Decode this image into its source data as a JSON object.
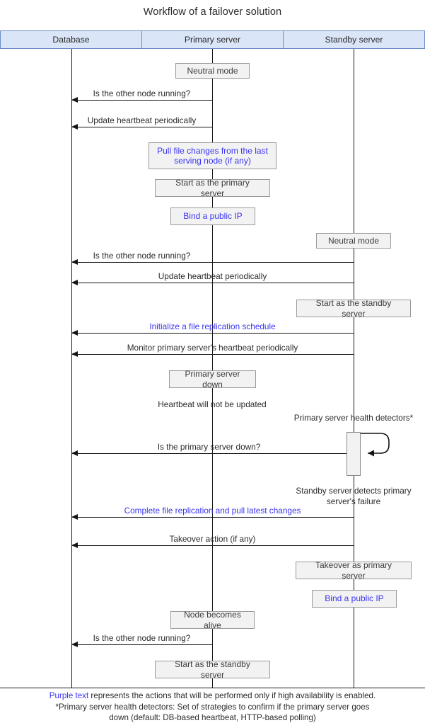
{
  "title": "Workflow of a failover solution",
  "colors": {
    "header_fill": "#dae5f7",
    "header_border": "#6b8ec6",
    "box_fill": "#f2f2f2",
    "box_border": "#9a9a9a",
    "line": "#141414",
    "high_availability_text": "#3a34f2"
  },
  "participants": [
    {
      "name": "Database"
    },
    {
      "name": "Primary server"
    },
    {
      "name": "Standby server"
    }
  ],
  "action_boxes": [
    {
      "label": "Neutral mode",
      "lane": "primary",
      "ha": false
    },
    {
      "label": "Pull file changes from the last\nserving node (if any)",
      "lane": "primary",
      "ha": true
    },
    {
      "label": "Start as the primary server",
      "lane": "primary",
      "ha": false
    },
    {
      "label": "Bind a public IP",
      "lane": "primary",
      "ha": true
    },
    {
      "label": "Neutral mode",
      "lane": "standby",
      "ha": false
    },
    {
      "label": "Start as the standby server",
      "lane": "standby",
      "ha": false
    },
    {
      "label": "Primary server down",
      "lane": "primary",
      "ha": false
    },
    {
      "label": "Takeover as primary server",
      "lane": "standby",
      "ha": false
    },
    {
      "label": "Bind a public IP",
      "lane": "standby",
      "ha": true
    },
    {
      "label": "Node becomes alive",
      "lane": "primary",
      "ha": false
    },
    {
      "label": "Start as the standby server",
      "lane": "primary",
      "ha": false
    }
  ],
  "messages": [
    {
      "label": "Is the other node running?",
      "from": "primary",
      "to": "database",
      "ha": false
    },
    {
      "label": "Update heartbeat periodically",
      "from": "primary",
      "to": "database",
      "ha": false
    },
    {
      "label": "Is the other node running?",
      "from": "standby",
      "to": "database",
      "ha": false
    },
    {
      "label": "Update heartbeat periodically",
      "from": "standby",
      "to": "database",
      "ha": false
    },
    {
      "label": "Initialize a file replication schedule",
      "from": "standby",
      "to": "database",
      "ha": true
    },
    {
      "label": "Monitor primary server's heartbeat periodically",
      "from": "standby",
      "to": "database",
      "ha": false
    },
    {
      "label": "Is the primary server down?",
      "from": "standby",
      "to": "database",
      "ha": false
    },
    {
      "label": "Complete file replication and pull latest changes",
      "from": "standby",
      "to": "database",
      "ha": true
    },
    {
      "label": "Takeover action (if any)",
      "from": "standby",
      "to": "database",
      "ha": false
    },
    {
      "label": "Is the other node running?",
      "from": "primary",
      "to": "database",
      "ha": false
    }
  ],
  "notes": [
    {
      "label": "Heartbeat will not be updated",
      "lane": "primary"
    },
    {
      "label": "Primary server health detectors*",
      "lane": "standby"
    },
    {
      "label": "Standby server detects primary\nserver's failure",
      "lane": "standby"
    }
  ],
  "self_loop": {
    "label": "",
    "lane": "standby"
  },
  "footer": {
    "ha_word": "Purple text",
    "line1_rest": " represents the actions that will be performed only if high availability is enabled.",
    "line2": "*Primary server health detectors: Set of strategies to confirm if the primary server goes",
    "line3": "down (default: DB-based heartbeat, HTTP-based polling)"
  }
}
